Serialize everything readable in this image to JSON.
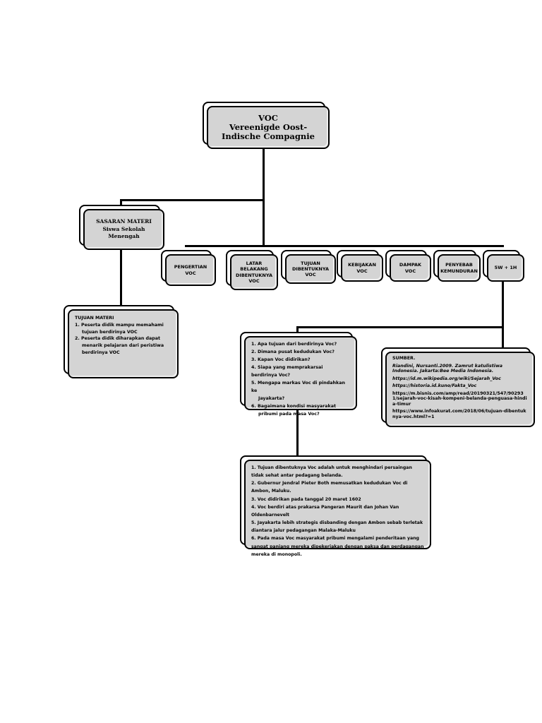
{
  "root": {
    "title": "VOC",
    "subtitle": "Vereenigde Oost-Indische Compagnie"
  },
  "target": {
    "title": "SASARAN MATERI",
    "subtitle": "Siswa Sekolah Menengah"
  },
  "topics": [
    "PENGERTIAN VOC",
    "LATAR BELAKANG DIBENTUKNYA VOC",
    "TUJUAN DIBENTUKNYA VOC",
    "KEBIJAKAN VOC",
    "DAMPAK VOC",
    "PENYEBAB KEMUNDURAN",
    "5W  + 1H"
  ],
  "objectives": {
    "title": "TUJUAN MATERI",
    "items": [
      "1. Peserta didik mampu memahami",
      "tujuan berdirinya VOC",
      "2. Peserta didik diharapkan dapat",
      "menarik pelajaran dari peristiwa",
      "berdirinya VOC"
    ]
  },
  "questions": [
    "1. Apa tujuan dari berdirinya Voc?",
    "2. Dimana pusat kedudukan Voc?",
    "3. Kapan Voc didirikan?",
    "4. Siapa  yang memprakarsai berdirinya Voc?",
    "5. Mengapa markas Voc di pindahkan ke",
    "Jayakarta?",
    "6. Bagaimana kondisi masyarakat",
    "pribumi pada masa Voc?"
  ],
  "sources": {
    "title": "SUMBER.",
    "items": [
      "Riandini,  Nursanti.2009. Zamrut katulistiwa Indonesia. Jakarta:Bee Media Indonesia.",
      "https://id.m.wikipedia.org/wiki/Sejarah_Voc",
      "https://historia.id.kuno/Fakta_Voc",
      "https://m.bisnis.com/amp/read/20190321/547/902931/sejarah-voc-kisah-kompeni-belanda-penguasa-hindia-timur",
      "https://www.infoakurat.com/2018/06/tujuan-dibentuknya-voc.html?=1"
    ]
  },
  "answers": [
    "1. Tujuan dibentuknya Voc adalah untuk menghindari persaingan tidak sehat antar pedagang belanda.",
    "2. Gubernur Jendral Pieter Both memusatkan kedudukan Voc di Ambon, Maluku.",
    "3. Voc didirikan pada tanggal 20 maret 1602",
    "4. Voc berdiri atas prakarsa Pangeran Maurit dan Johan Van Oldenbarnevelt",
    "5. Jayakarta lebih strategis disbanding dengan Ambon sebab terletak diantara jalur pedagangan Malaka-Maluku",
    "6. Pada masa Voc masyarakat pribumi mengalami penderitaan yang sangat panjang mereka dipekerjakan dengan paksa dan perdagangan mereka di monopoli."
  ]
}
